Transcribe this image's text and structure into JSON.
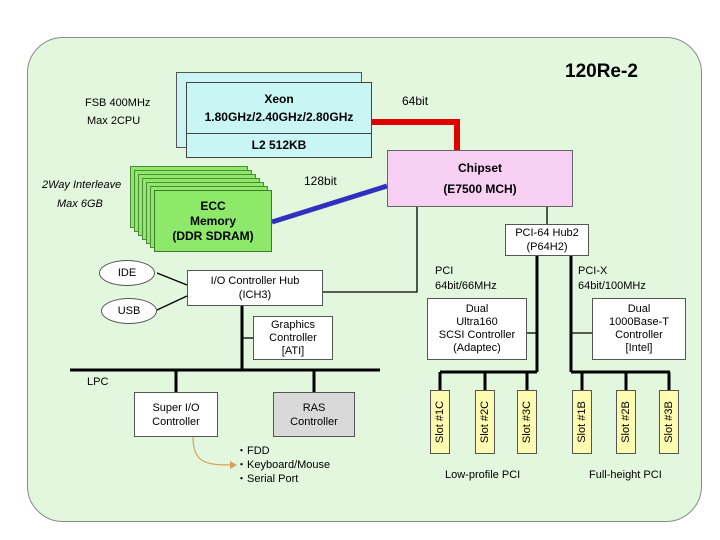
{
  "title": "120Re-2",
  "cpu": {
    "fsb": "FSB 400MHz",
    "max_cpu": "Max 2CPU",
    "name": "Xeon",
    "speeds": "1.80GHz/2.40GHz/2.80GHz",
    "cache": "L2 512KB",
    "bus_width": "64bit"
  },
  "memory": {
    "interleave": "2Way Interleave",
    "max": "Max 6GB",
    "line1": "ECC",
    "line2": "Memory",
    "line3": "(DDR SDRAM)",
    "bus_width": "128bit"
  },
  "chipset": {
    "line1": "Chipset",
    "line2": "(E7500 MCH)"
  },
  "hub2": {
    "line1": "PCI-64 Hub2",
    "line2": "(P64H2)"
  },
  "ich": {
    "line1": "I/O Controller Hub",
    "line2": "(ICH3)"
  },
  "ide": "IDE",
  "usb": "USB",
  "graphics": {
    "line1": "Graphics",
    "line2": "Controller",
    "line3": "[ATI]"
  },
  "pci": {
    "line1": "PCI",
    "line2": "64bit/66MHz"
  },
  "pcix": {
    "line1": "PCI-X",
    "line2": "64bit/100MHz"
  },
  "scsi": {
    "line1": "Dual",
    "line2": "Ultra160",
    "line3": "SCSI Controller",
    "line4": "(Adaptec)"
  },
  "lan": {
    "line1": "Dual",
    "line2": "1000Base-T",
    "line3": "Controller",
    "line4": "[Intel]"
  },
  "lpc": "LPC",
  "superio": {
    "line1": "Super I/O",
    "line2": "Controller"
  },
  "ras": {
    "line1": "RAS",
    "line2": "Controller"
  },
  "io_items": [
    "・FDD",
    "・Keyboard/Mouse",
    "・Serial Port"
  ],
  "slots": [
    "Slot #1C",
    "Slot #2C",
    "Slot #3C",
    "Slot #1B",
    "Slot #2B",
    "Slot #3B"
  ],
  "low_profile": "Low-profile PCI",
  "full_height": "Full-height PCI",
  "colors": {
    "panel": "#e2f7de",
    "cpu": "#c9f5f5",
    "memory": "#8ee86a",
    "chipset": "#f8d0f4",
    "slot": "#fdfbb0",
    "ras": "#d9d9d9",
    "fsb_link": "#e00000",
    "mem_link": "#3030c0"
  }
}
